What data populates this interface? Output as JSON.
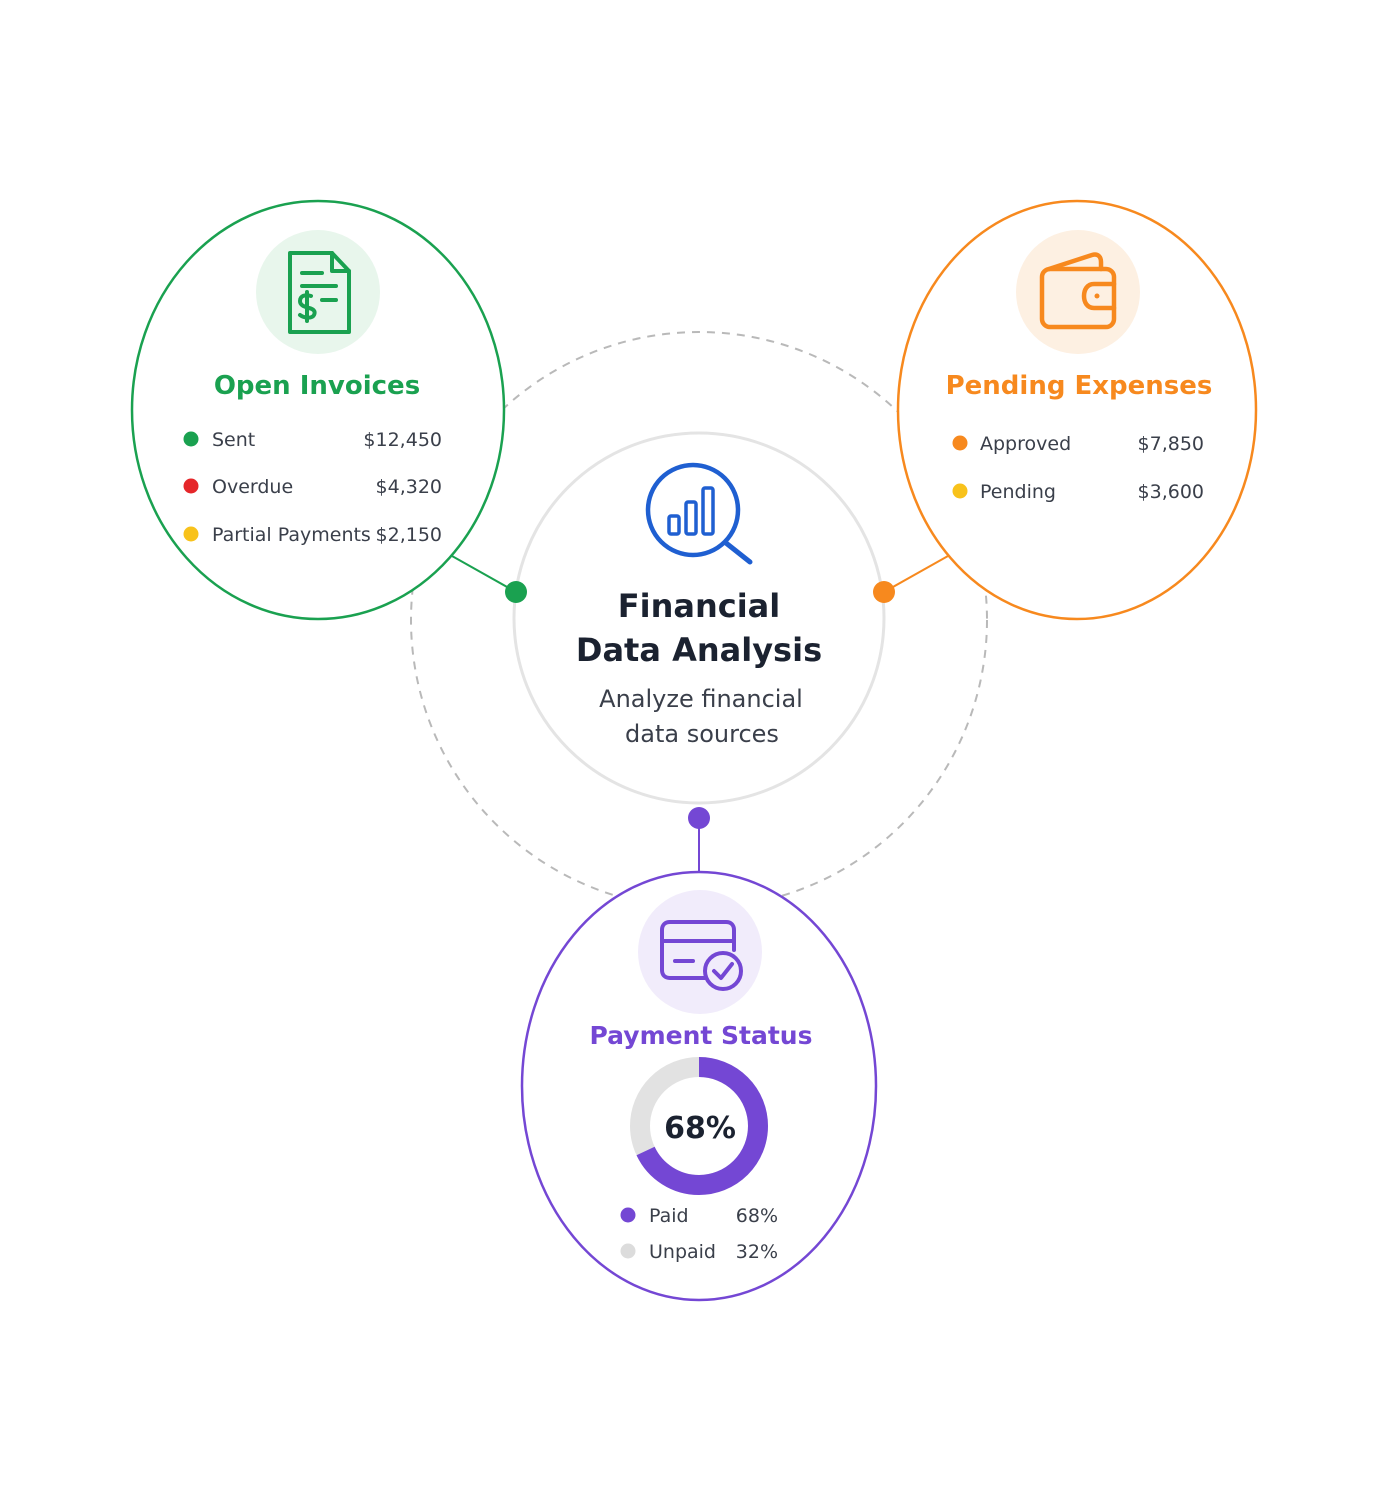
{
  "colors": {
    "green": "#1aa150",
    "green_bg": "#e8f6ec",
    "orange": "#f7891e",
    "orange_bg": "#fdf0e2",
    "purple": "#7447d4",
    "purple_bg": "#f1ecfb",
    "blue": "#1f5fd1",
    "red": "#e5262a",
    "yellow": "#f8c21b",
    "gray_ring": "#e4e4e4",
    "dashed": "#b9b9b9",
    "dark_text": "#1b2230",
    "body_text": "#3a3f4a"
  },
  "center": {
    "icon": "chart-magnifier-icon",
    "title_line1": "Financial",
    "title_line2": "Data Analysis",
    "subtitle_line1": "Analyze financial",
    "subtitle_line2": "data sources"
  },
  "open_invoices": {
    "icon": "invoice-document-icon",
    "title": "Open Invoices",
    "items": [
      {
        "label": "Sent",
        "value": "$12,450",
        "dot": "#1aa150"
      },
      {
        "label": "Overdue",
        "value": "$4,320",
        "dot": "#e5262a"
      },
      {
        "label": "Partial Payments",
        "value": "$2,150",
        "dot": "#f8c21b"
      }
    ]
  },
  "pending_expenses": {
    "icon": "wallet-icon",
    "title": "Pending Expenses",
    "items": [
      {
        "label": "Approved",
        "value": "$7,850",
        "dot": "#f7891e"
      },
      {
        "label": "Pending",
        "value": "$3,600",
        "dot": "#f8c21b"
      }
    ]
  },
  "payment_status": {
    "icon": "credit-card-check-icon",
    "title": "Payment Status",
    "donut_label": "68%",
    "paid_fraction": 0.68,
    "items": [
      {
        "label": "Paid",
        "value": "68%",
        "dot": "#7447d4"
      },
      {
        "label": "Unpaid",
        "value": "32%",
        "dot": "#dcdcdc"
      }
    ]
  }
}
